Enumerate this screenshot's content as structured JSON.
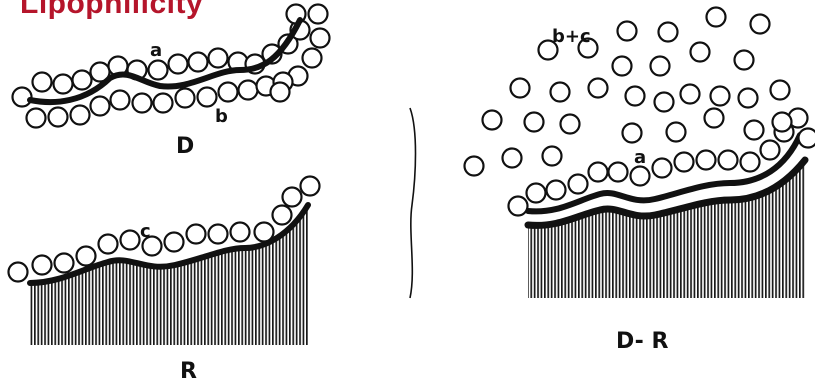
{
  "title": "Lipophilicity",
  "title_color": "#b5152b",
  "labels": {
    "panel_d": "D",
    "panel_r": "R",
    "panel_dr": "D- R",
    "site_a": "a",
    "site_b": "b",
    "site_c": "c",
    "site_a_complex": "a",
    "released": "b+c"
  },
  "colors": {
    "ink": "#111111",
    "background": "#ffffff"
  }
}
